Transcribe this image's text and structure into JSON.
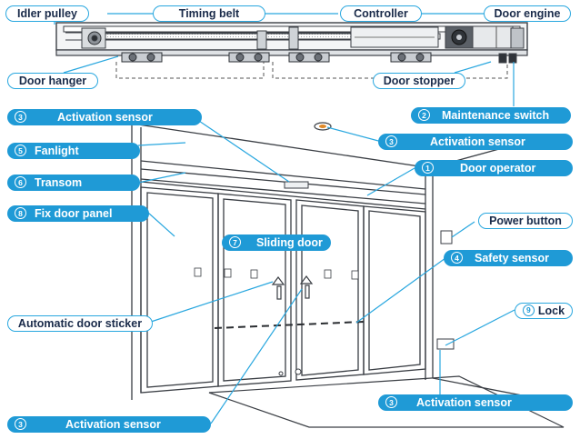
{
  "labels": {
    "idler_pulley": "Idler pulley",
    "timing_belt": "Timing belt",
    "controller": "Controller",
    "door_engine": "Door engine",
    "door_hanger": "Door hanger",
    "door_stopper": "Door stopper",
    "maintenance_switch": "Maintenance switch",
    "activation_sensor": "Activation sensor",
    "fanlight": "Fanlight",
    "transom": "Transom",
    "fix_door_panel": "Fix door panel",
    "door_operator": "Door operator",
    "power_button": "Power button",
    "sliding_door": "Sliding door",
    "safety_sensor": "Safety sensor",
    "lock": "Lock",
    "automatic_door_sticker": "Automatic door sticker"
  },
  "numbers": {
    "door_operator": "1",
    "maintenance_switch": "2",
    "activation_sensor": "3",
    "safety_sensor": "4",
    "fanlight": "5",
    "transom": "6",
    "sliding_door": "7",
    "fix_door_panel": "8",
    "lock": "9"
  },
  "colors": {
    "accent": "#1f9ad6",
    "outline": "#29a7df",
    "drawing": "#4a4f56"
  }
}
